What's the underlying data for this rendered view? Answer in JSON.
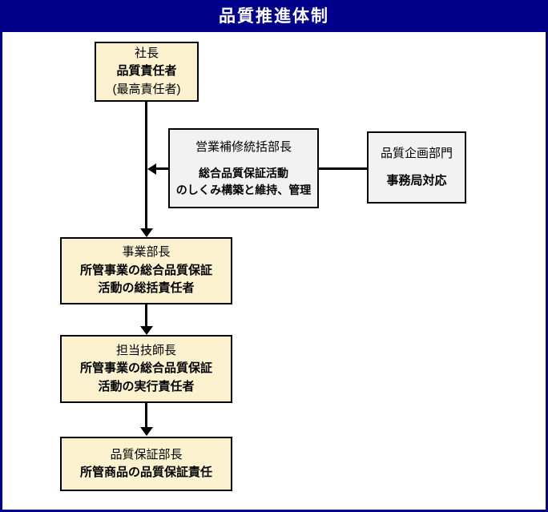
{
  "title_bar": {
    "title": "品質推進体制"
  },
  "colors": {
    "frame": "#00008B",
    "title_text": "#FFFFFF",
    "node_cream": "#FCF2CF",
    "node_gray": "#F2F2F2",
    "connector": "#000000"
  },
  "org_chart": {
    "nodes": [
      {
        "id": "president",
        "role": "社長",
        "responsibility": "品質責任者",
        "note": "(最高責任者)"
      },
      {
        "id": "sales-repair-manager",
        "role": "営業補修統括部長",
        "duty_line1": "総合品質保証活動",
        "duty_line2": "のしくみ構築と維持、管理"
      },
      {
        "id": "quality-planning",
        "role": "品質企画部門",
        "duty_line1": "事務局対応"
      },
      {
        "id": "division-manager",
        "role": "事業部長",
        "duty_line1": "所管事業の総合品質保証",
        "duty_line2": "活動の総括責任者"
      },
      {
        "id": "chief-engineer",
        "role": "担当技師長",
        "duty_line1": "所管事業の総合品質保証",
        "duty_line2": "活動の実行責任者"
      },
      {
        "id": "qa-manager",
        "role": "品質保証部長",
        "duty_line1": "所管商品の品質保証責任"
      }
    ]
  }
}
